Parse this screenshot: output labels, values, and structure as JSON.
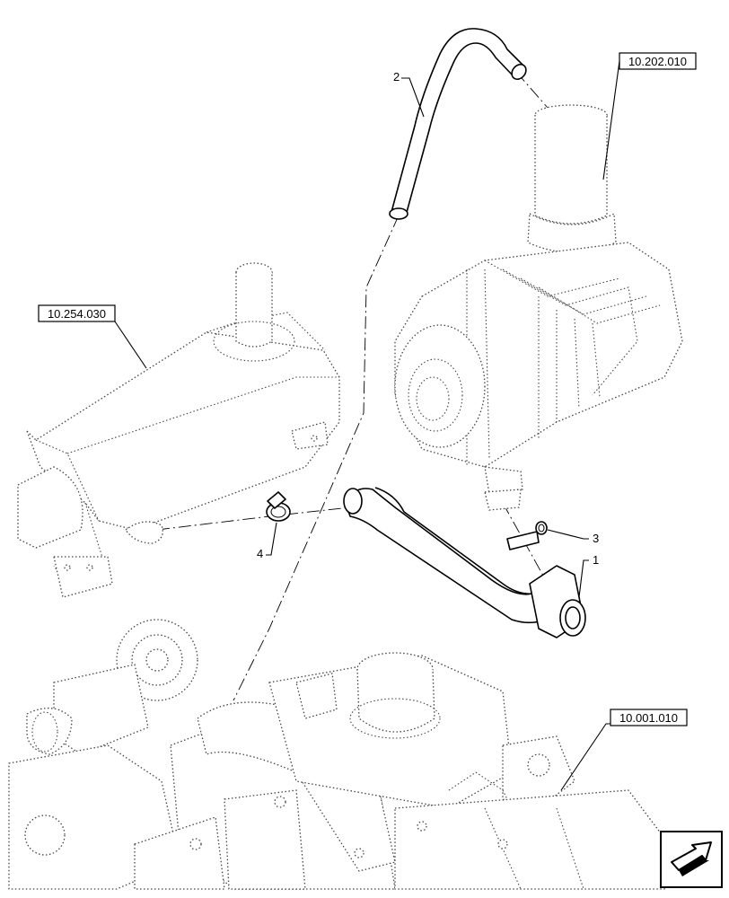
{
  "references": {
    "air_cleaner": "10.202.010",
    "muffler": "10.254.030",
    "engine": "10.001.010"
  },
  "callouts": {
    "item_1": "1",
    "item_2": "2",
    "item_3": "3",
    "item_4": "4"
  },
  "icons": {
    "nav_arrow": "arrow-icon"
  }
}
